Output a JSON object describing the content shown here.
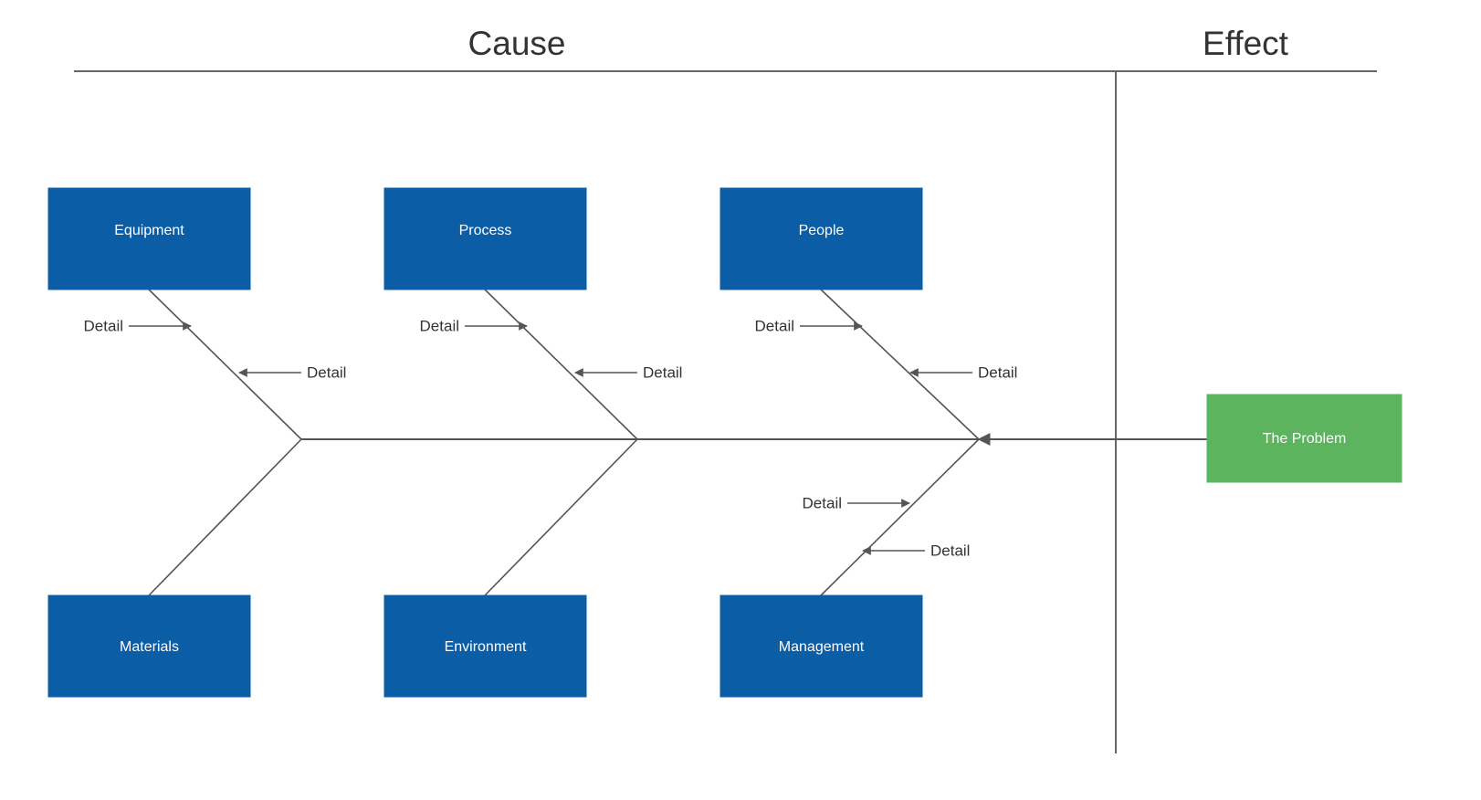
{
  "diagram": {
    "type": "fishbone-ishikawa",
    "headers": {
      "cause": "Cause",
      "effect": "Effect"
    },
    "effect_box": {
      "label": "The Problem",
      "color": "#5CB45F"
    },
    "category_color": "#0B5DA5",
    "line_color": "#555555",
    "detail_label": "Detail",
    "categories": [
      {
        "id": "equipment",
        "label": "Equipment",
        "position": "top",
        "details": [
          "Detail",
          "Detail"
        ]
      },
      {
        "id": "process",
        "label": "Process",
        "position": "top",
        "details": [
          "Detail",
          "Detail"
        ]
      },
      {
        "id": "people",
        "label": "People",
        "position": "top",
        "details": [
          "Detail",
          "Detail"
        ]
      },
      {
        "id": "materials",
        "label": "Materials",
        "position": "bottom",
        "details": []
      },
      {
        "id": "environment",
        "label": "Environment",
        "position": "bottom",
        "details": []
      },
      {
        "id": "management",
        "label": "Management",
        "position": "bottom",
        "details": [
          "Detail",
          "Detail"
        ]
      }
    ]
  }
}
